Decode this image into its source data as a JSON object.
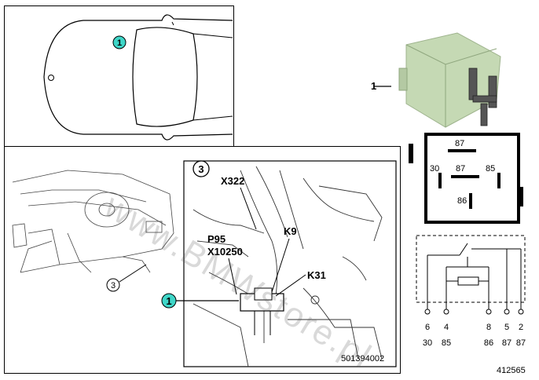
{
  "callouts": {
    "car_marker": "1",
    "relay_marker": "1",
    "detail_marker": "3",
    "dash_marker": "3",
    "fuse_pointer": "1"
  },
  "detail_labels": {
    "x322": "X322",
    "k9": "K9",
    "p95": "P95",
    "x10250": "X10250",
    "k31": "K31",
    "part_code": "501394002"
  },
  "relay_pins": {
    "top": "87",
    "center": "87",
    "left": "30",
    "right": "85",
    "bottom": "86"
  },
  "schematic": {
    "pins": [
      "6",
      "4",
      "8",
      "5",
      "2"
    ],
    "terminals": [
      "30",
      "85",
      "86",
      "87",
      "87"
    ]
  },
  "figure_number": "412565",
  "watermark": "www.BMWstore.pl",
  "colors": {
    "relay_body": "#c5d9b4",
    "callout_fill": "#3fd6c8",
    "frame": "#000000"
  }
}
